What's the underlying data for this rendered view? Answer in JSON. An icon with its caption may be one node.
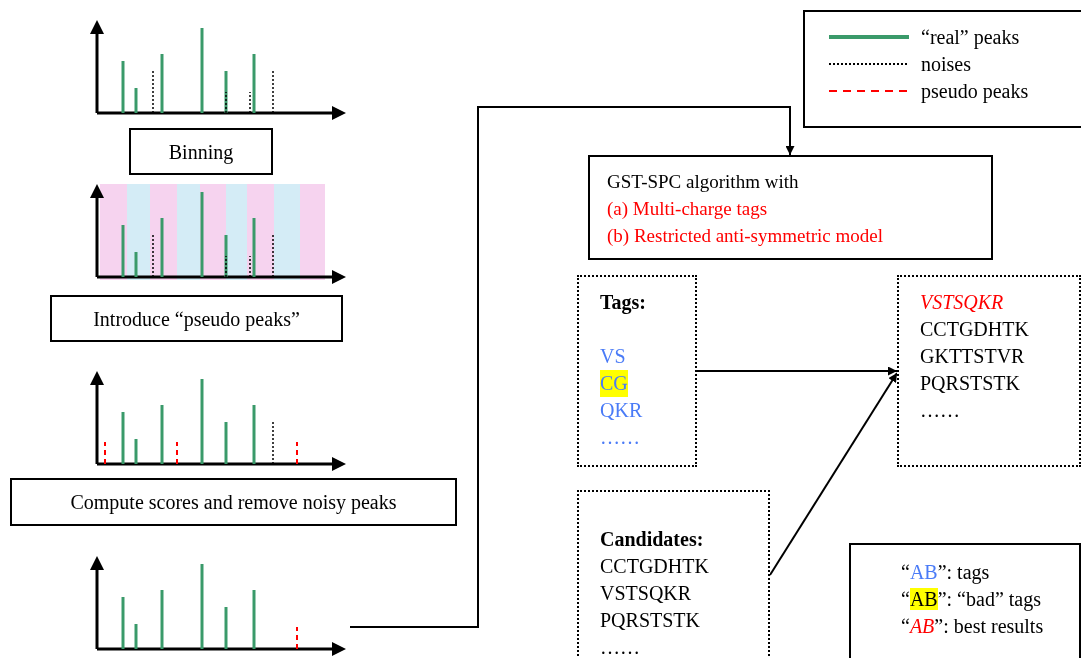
{
  "diagram": {
    "nodes": [
      {
        "text": [
          "Binning"
        ]
      },
      {
        "text": [
          "Introduce “pseudo peaks”"
        ]
      },
      {
        "text": [
          "Compute scores and remove noisy peaks"
        ]
      },
      {
        "text": [],
        "shape": "picture"
      },
      {
        "text": [
          "GST-SPC algorithm with",
          "(a) Multi-charge tags",
          "(b) Restricted anti-symmetric model"
        ]
      },
      {
        "text": [
          "Tags:",
          "VS",
          "CG",
          "QKR",
          "……"
        ]
      },
      {
        "text": [
          "VSTSQKR",
          "CCTGDHTK",
          "GKTTSTVR",
          "PQRSTSTK",
          "……"
        ]
      },
      {
        "text": [
          "Candidates:",
          "CCTGDHTK",
          "VSTSQKR",
          "PQRSTSTK",
          "……"
        ]
      },
      {
        "text": [
          "“**AB**”: tags",
          "“**AB**”: “bad” tags",
          "“*AB*”: best results"
        ]
      }
    ],
    "edges": [
      {
        "from": 3,
        "to": 4,
        "arrow": "to"
      },
      {
        "from": 5,
        "to": 6,
        "arrow": "to"
      },
      {
        "from": 7,
        "to": 6,
        "arrow": "to"
      }
    ],
    "legend": [
      {
        "text": "“real” peaks"
      },
      {
        "text": "noises"
      },
      {
        "text": "pseudo peaks"
      }
    ]
  }
}
